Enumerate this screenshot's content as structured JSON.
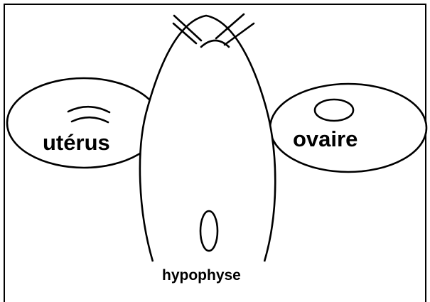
{
  "labels": {
    "uterus": "utérus",
    "ovary": "ovaire",
    "pituitary": "hypophyse"
  },
  "colors": {
    "stroke": "#000000",
    "background": "#ffffff"
  }
}
